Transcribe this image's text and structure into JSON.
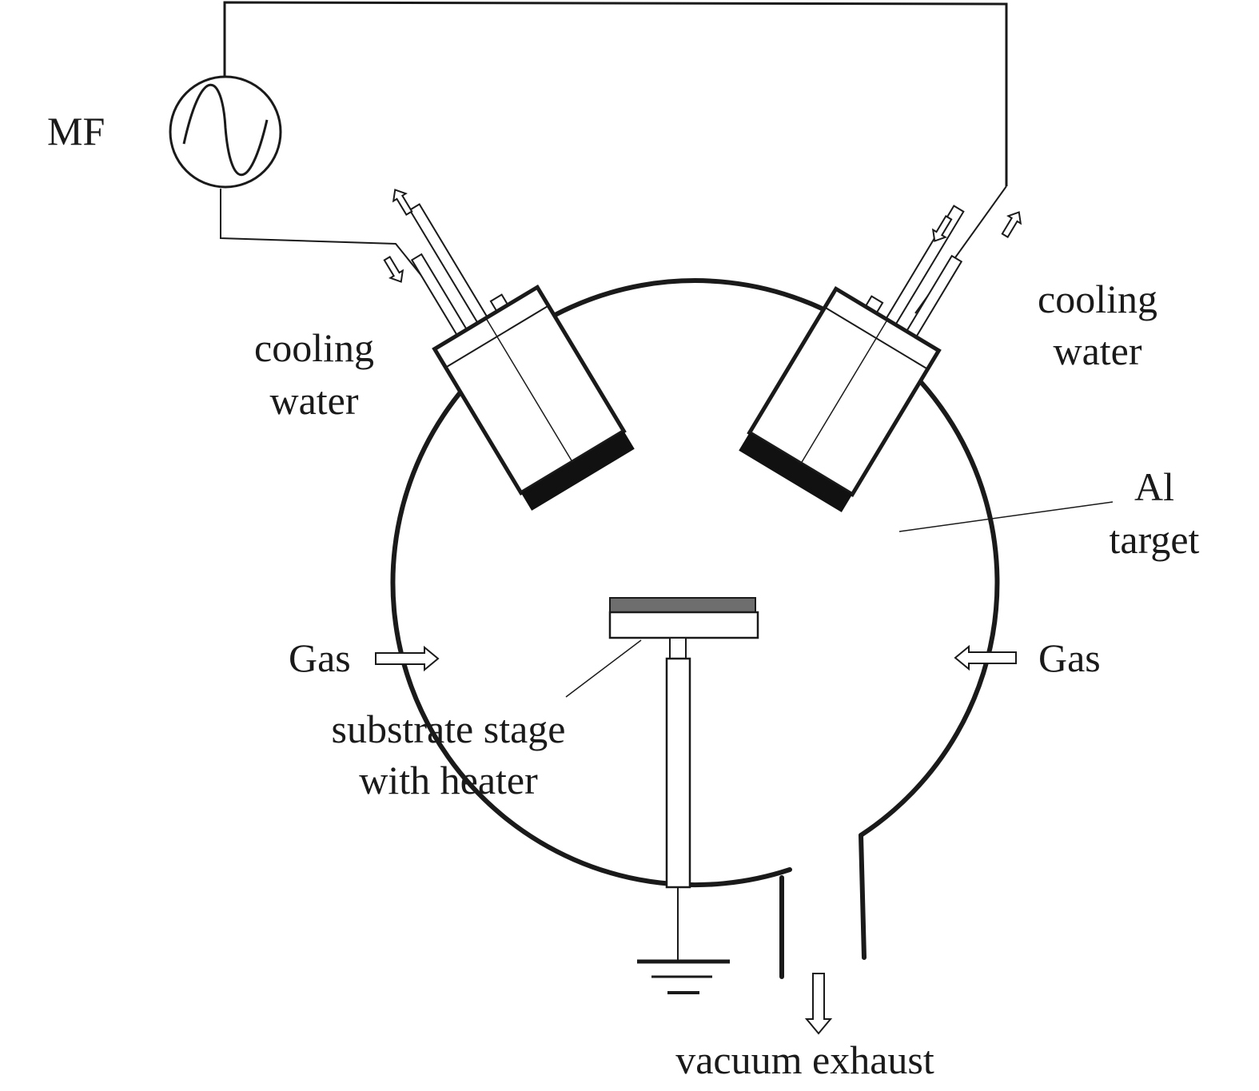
{
  "labels": {
    "mf": "MF",
    "cooling_left_1": "cooling",
    "cooling_left_2": "water",
    "cooling_right_1": "cooling",
    "cooling_right_2": "water",
    "target_1": "Al",
    "target_2": "target",
    "gas_left": "Gas",
    "gas_right": "Gas",
    "stage_1": "substrate stage",
    "stage_2": "with heater",
    "exhaust": "vacuum exhaust"
  },
  "colors": {
    "line": "#1a1a1a",
    "target": "#111111",
    "substrate_layer": "#6e6e6e"
  },
  "icons": {
    "source": "ac-source-icon",
    "ground": "ground-icon"
  }
}
